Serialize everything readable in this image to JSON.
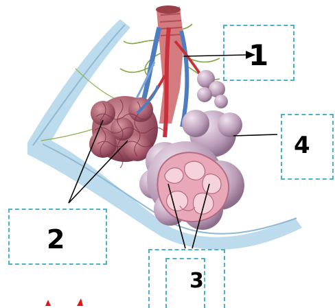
{
  "labels": {
    "label_1": "1",
    "label_2": "2",
    "label_3": "3",
    "label_4": "4"
  },
  "colors": {
    "box_border": "#4bb3c9",
    "pleura": "#a9cfe4",
    "alveolus_fill": "#c9a4bd",
    "bronchiole": "#d4787e",
    "artery": "#4d7dbf",
    "vein": "#c8303a",
    "nerve": "#7aa83a",
    "cut_alveolus": "#f3c5cf",
    "red_marks": "#e31414"
  }
}
